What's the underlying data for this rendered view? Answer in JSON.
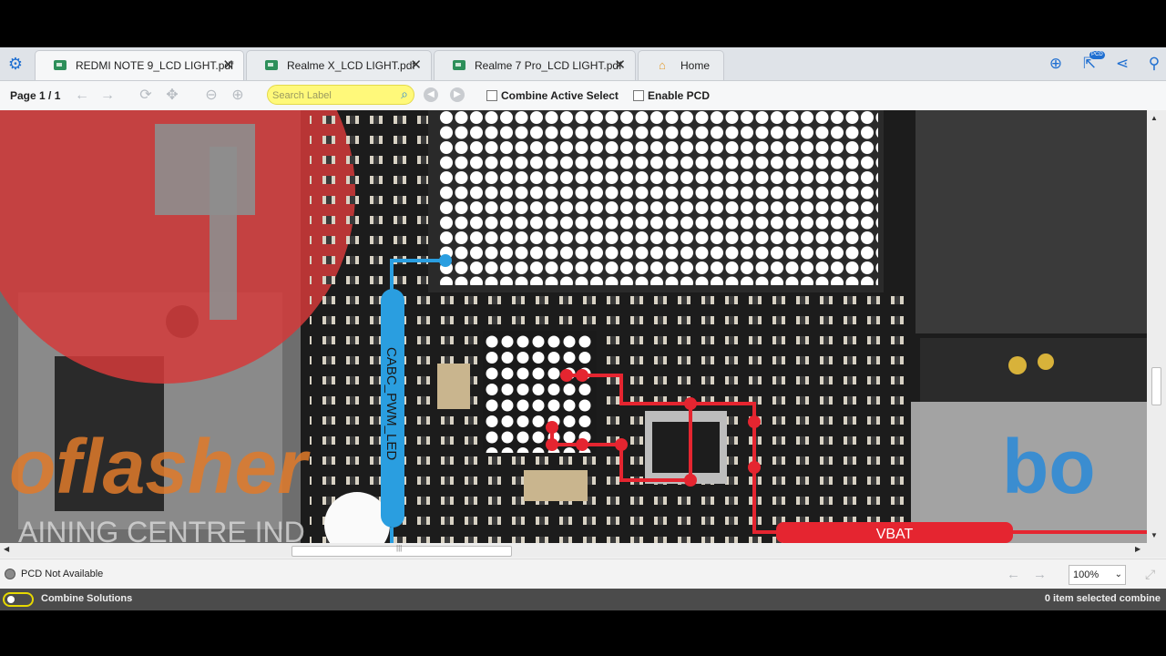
{
  "tabs": [
    {
      "label": "REDMI NOTE 9_LCD LIGHT.pdf",
      "active": true
    },
    {
      "label": "Realme X_LCD LIGHT.pdf",
      "active": false
    },
    {
      "label": "Realme 7 Pro_LCD LIGHT.pdf",
      "active": false
    },
    {
      "label": "Home",
      "active": false
    }
  ],
  "toolbar": {
    "page_indicator": "Page 1 / 1",
    "search_placeholder": "Search Label",
    "combine_active_select": "Combine Active Select",
    "enable_pcd": "Enable PCD"
  },
  "header_icons": {
    "badge": "PCD"
  },
  "board": {
    "net_left": "CABC_PWM_LED",
    "net_bottom": "VBAT",
    "watermark_main": "oflasher",
    "watermark_right": "bo",
    "watermark_sub": "AINING CENTRE IND"
  },
  "status": {
    "pcd": "PCD Not Available",
    "zoom": "100%"
  },
  "bottom": {
    "left": "Combine Solutions",
    "right": "0 item selected combine"
  },
  "colors": {
    "accent": "#1f6fd1",
    "net_blue": "#2a9ee0",
    "net_red": "#e52530",
    "search_bg": "#fff97a"
  }
}
